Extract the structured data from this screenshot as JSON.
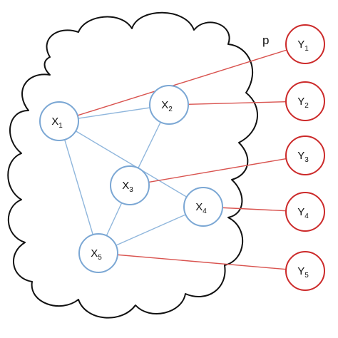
{
  "colors": {
    "background": "#ffffff",
    "cloud_outline": "#111111",
    "x_node_stroke": "#7ba7d4",
    "y_node_stroke": "#cc2a2a",
    "inner_edge": "#8fb6dc",
    "cross_edge": "#d9534f",
    "text": "#111111"
  },
  "edge_label": "p",
  "nodes_x": [
    {
      "id": "x1",
      "label": "X",
      "sub": "1"
    },
    {
      "id": "x2",
      "label": "X",
      "sub": "2"
    },
    {
      "id": "x3",
      "label": "X",
      "sub": "3"
    },
    {
      "id": "x4",
      "label": "X",
      "sub": "4"
    },
    {
      "id": "x5",
      "label": "X",
      "sub": "5"
    }
  ],
  "nodes_y": [
    {
      "id": "y1",
      "label": "Y",
      "sub": "1"
    },
    {
      "id": "y2",
      "label": "Y",
      "sub": "2"
    },
    {
      "id": "y3",
      "label": "Y",
      "sub": "3"
    },
    {
      "id": "y4",
      "label": "Y",
      "sub": "4"
    },
    {
      "id": "y5",
      "label": "Y",
      "sub": "5"
    }
  ],
  "inner_edges": [
    [
      "x1",
      "x2"
    ],
    [
      "x1",
      "x4"
    ],
    [
      "x1",
      "x5"
    ],
    [
      "x2",
      "x3"
    ],
    [
      "x3",
      "x5"
    ],
    [
      "x5",
      "x4"
    ]
  ],
  "cross_edges": [
    [
      "x1",
      "y1"
    ],
    [
      "x2",
      "y2"
    ],
    [
      "x3",
      "y3"
    ],
    [
      "x4",
      "y4"
    ],
    [
      "x5",
      "y5"
    ]
  ]
}
